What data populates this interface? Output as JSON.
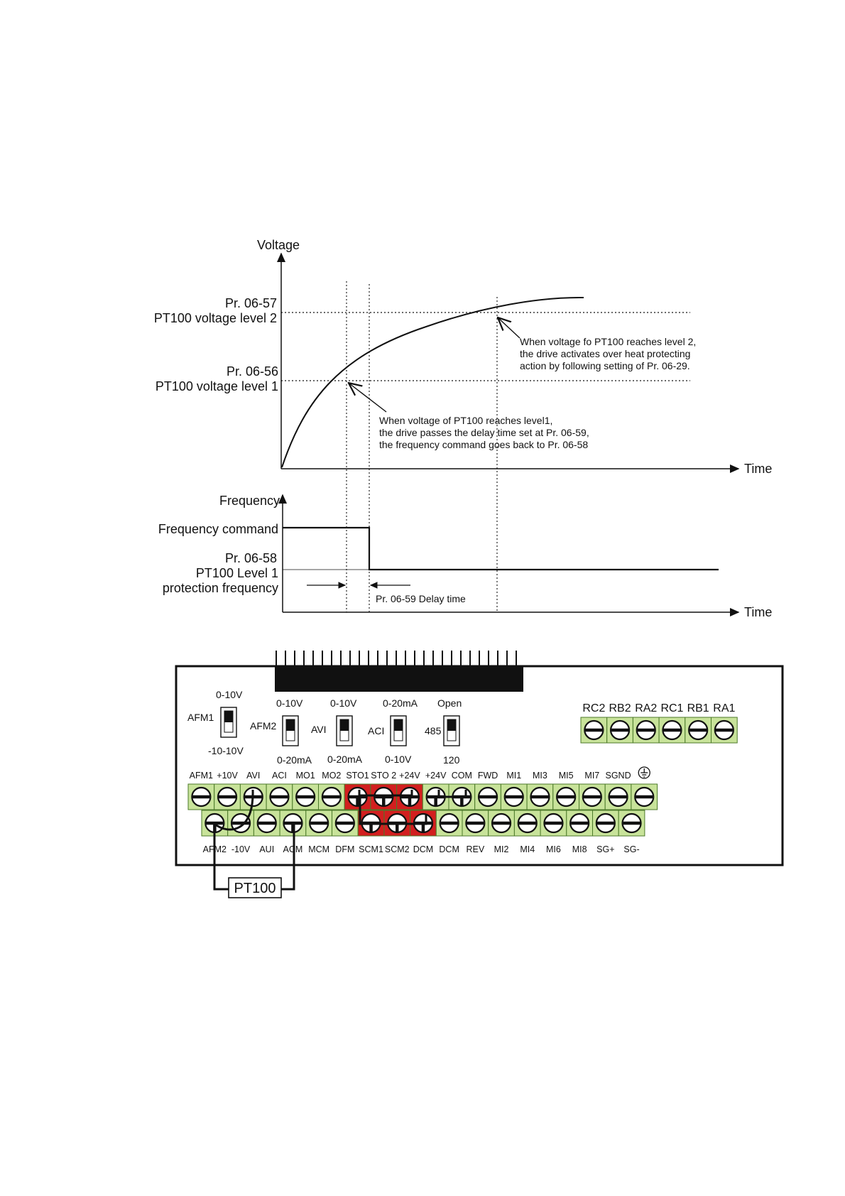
{
  "chart": {
    "voltage_axis": "Voltage",
    "time_axis_1": "Time",
    "time_axis_2": "Time",
    "frequency_axis": "Frequency",
    "level2_par": "Pr. 06-57",
    "level2_name": "PT100 voltage level 2",
    "level1_par": "Pr. 06-56",
    "level1_name": "PT100 voltage level 1",
    "freq_command": "Frequency command",
    "prot_par": "Pr. 06-58",
    "prot_name_1": "PT100 Level 1",
    "prot_name_2": "protection frequency",
    "delay_label": "Pr. 06-59 Delay time",
    "note2_lines": [
      "When voltage fo PT100 reaches level 2,",
      "the drive activates over heat protecting",
      "action by following setting of Pr. 06-29."
    ],
    "note1_lines": [
      "When voltage of PT100 reaches level1,",
      "the drive passes the delay time set at Pr. 06-59,",
      "the frequency command goes back to Pr. 06-58"
    ]
  },
  "board": {
    "switches": [
      {
        "name": "AFM1",
        "top": "0-10V",
        "bottom": "-10-10V"
      },
      {
        "name": "AFM2",
        "top": "0-10V",
        "bottom": "0-20mA"
      },
      {
        "name": "AVI",
        "top": "0-10V",
        "bottom": "0-20mA"
      },
      {
        "name": "ACI",
        "top": "0-20mA",
        "bottom": "0-10V"
      },
      {
        "name": "485",
        "top": "Open",
        "bottom": "120"
      }
    ],
    "relay_labels": [
      "RC2",
      "RB2",
      "RA2",
      "RC1",
      "RB1",
      "RA1"
    ],
    "top_row_labels": [
      "AFM1",
      "+10V",
      "AVI",
      "ACI",
      "MO1",
      "MO2",
      "STO1",
      "STO 2",
      "+24V",
      "+24V",
      "COM",
      "FWD",
      "MI1",
      "MI3",
      "MI5",
      "MI7",
      "SGND"
    ],
    "bottom_row_labels": [
      "AFM2",
      "-10V",
      "AUI",
      "ACM",
      "MCM",
      "DFM",
      "SCM1",
      "SCM2",
      "DCM",
      "DCM",
      "REV",
      "MI2",
      "MI4",
      "MI6",
      "MI8",
      "SG+",
      "SG-"
    ],
    "pt100_label": "PT100",
    "colors": {
      "terminal": "#c8e39a",
      "safety": "#d21f1f",
      "terminal_border": "#4c7a2a"
    }
  }
}
